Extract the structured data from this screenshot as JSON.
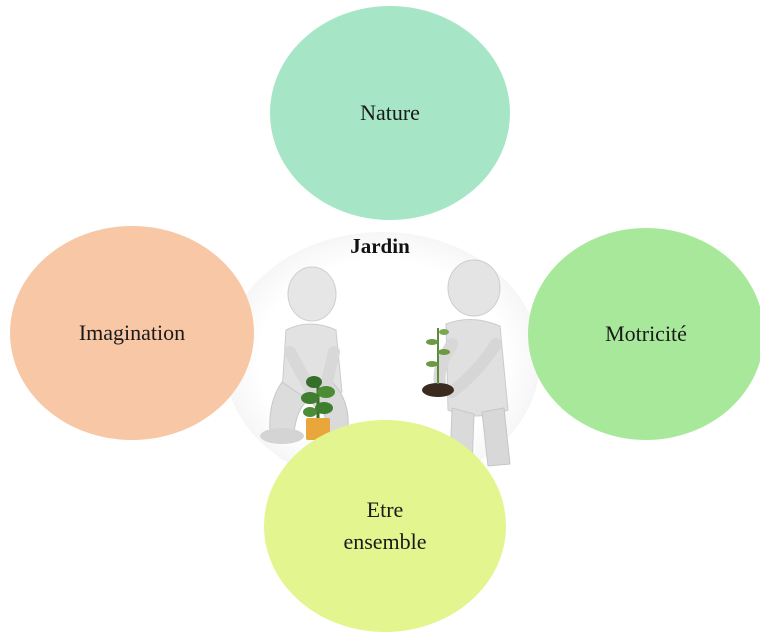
{
  "center": {
    "title": "Jardin"
  },
  "petals": [
    {
      "label": "Nature",
      "color": "#a6e6c6"
    },
    {
      "label": "Imagination",
      "color": "#f8c8a6"
    },
    {
      "label": "Motricité",
      "color": "#a8e89a"
    },
    {
      "label": "Etre",
      "label2": "ensemble",
      "color": "#e2f58e"
    }
  ]
}
